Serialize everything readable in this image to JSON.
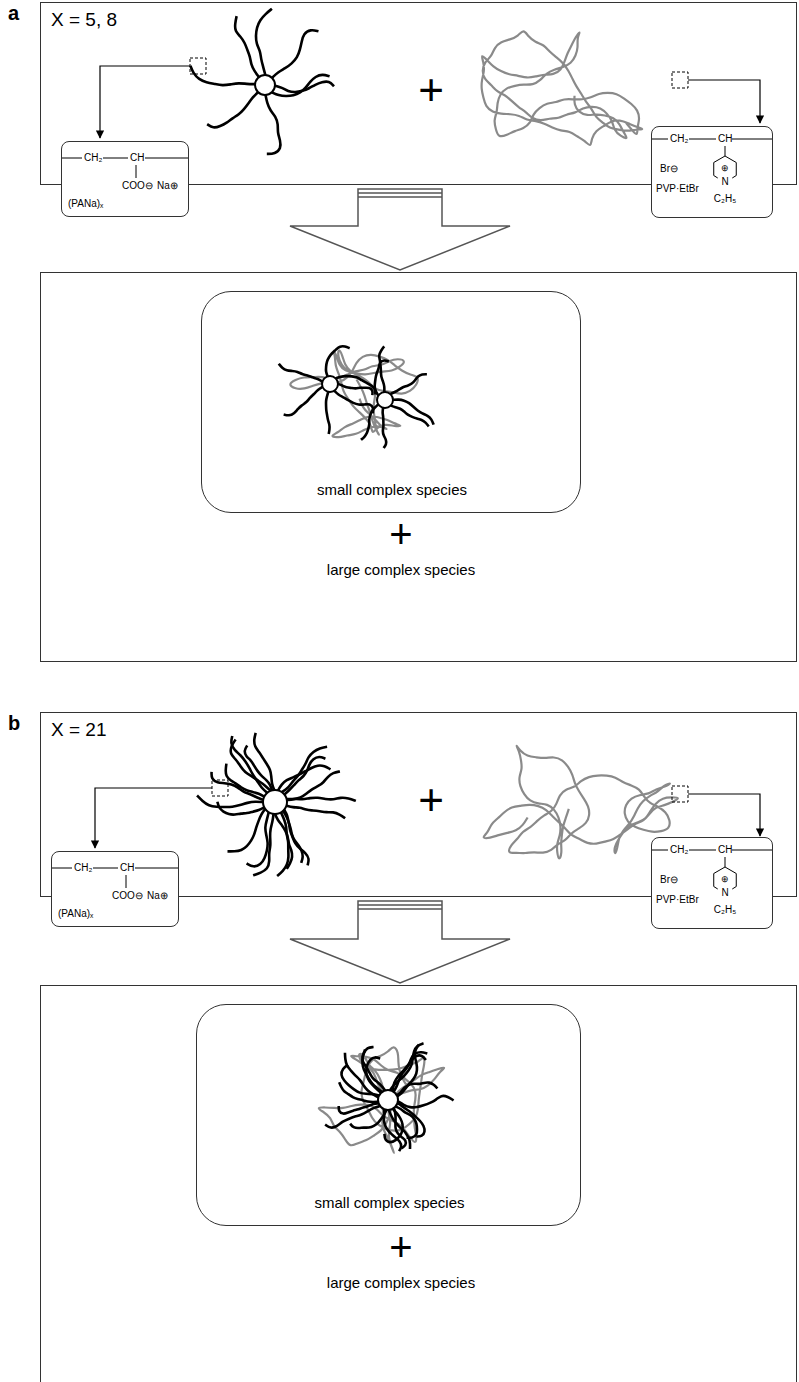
{
  "diagram": {
    "nodes": [
      {
        "text": [
          "X = 5, 8",
          "+"
        ]
      },
      {
        "text": [
          "CH₂",
          "CH",
          "COO⊖",
          "Na⊕",
          "(PANa)ₓ"
        ],
        "in": 0
      },
      {
        "text": [
          "CH₂",
          "CH",
          "⊕",
          "Br⊖",
          "N",
          "C₂H₅",
          "PVP·EtBr"
        ],
        "in": 0
      },
      {
        "text": [
          "+",
          "large complex species"
        ]
      },
      {
        "text": [
          "small complex species"
        ],
        "in": 3
      },
      {
        "text": [
          "X = 21",
          "+"
        ]
      },
      {
        "text": [
          "CH₂",
          "CH",
          "COO⊖",
          "Na⊕",
          "(PANa)ₓ"
        ],
        "in": 5
      },
      {
        "text": [
          "CH₂",
          "CH",
          "⊕",
          "Br⊖",
          "N",
          "C₂H₅",
          "PVP·EtBr"
        ],
        "in": 5
      },
      {
        "text": [
          "+",
          "large complex species"
        ]
      },
      {
        "text": [
          "small complex species"
        ],
        "in": 8
      }
    ],
    "edges": [
      {
        "from": 0,
        "to": 3,
        "arrow": "to"
      },
      {
        "from": 5,
        "to": 8,
        "arrow": "to"
      }
    ],
    "labels": [
      "a",
      "b"
    ]
  }
}
